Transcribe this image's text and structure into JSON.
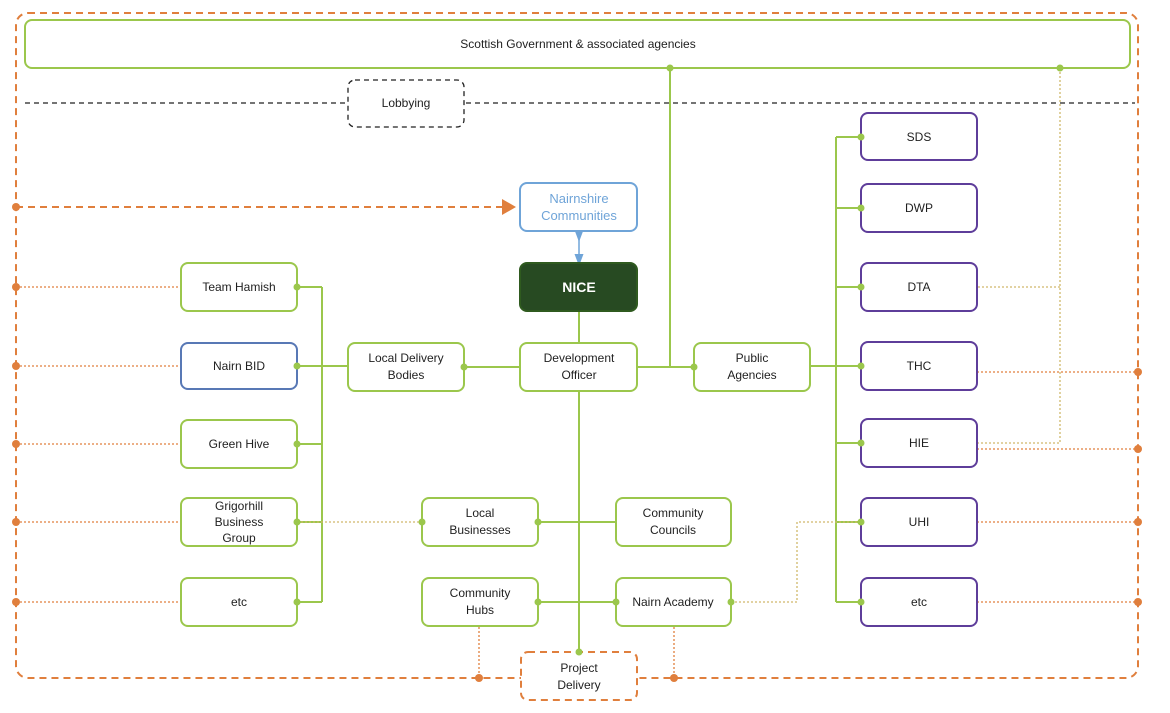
{
  "nodes": {
    "scottish_gov": "Scottish Government & associated agencies",
    "lobbying": "Lobbying",
    "nairnshire": [
      "Nairnshire",
      "Communities"
    ],
    "nice": "NICE",
    "development_officer": [
      "Development",
      "Officer"
    ],
    "local_delivery_bodies": [
      "Local Delivery",
      "Bodies"
    ],
    "public_agencies": [
      "Public",
      "Agencies"
    ],
    "team_hamish": "Team Hamish",
    "nairn_bid": "Nairn BID",
    "green_hive": "Green Hive",
    "grigorhill": [
      "Grigorhill",
      "Business",
      "Group"
    ],
    "etc_left": "etc",
    "local_businesses": [
      "Local",
      "Businesses"
    ],
    "community_councils": [
      "Community",
      "Councils"
    ],
    "community_hubs": [
      "Community",
      "Hubs"
    ],
    "nairn_academy": "Nairn Academy",
    "project_delivery": [
      "Project",
      "Delivery"
    ],
    "sds": "SDS",
    "dwp": "DWP",
    "dta": "DTA",
    "thc": "THC",
    "hie": "HIE",
    "uhi": "UHI",
    "etc_right": "etc"
  },
  "colors": {
    "green": "#9bc74c",
    "purple": "#5e3d9a",
    "orange": "#e07f3d",
    "dark_green": "#274a22",
    "blue": "#5878b5",
    "light_blue": "#6fa4d8"
  }
}
